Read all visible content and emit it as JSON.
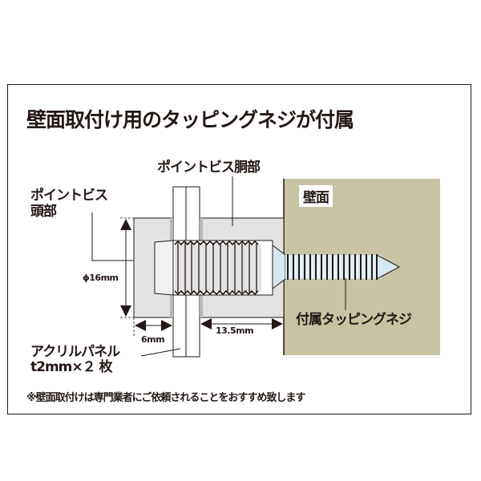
{
  "title": "壁面取付け用のタッピングネジが付属",
  "labels": {
    "point_screw_body": "ポイントビス胴部",
    "point_screw_head_line1": "ポイントビス",
    "point_screw_head_line2": "頭部",
    "wall": "壁面",
    "tapping_screw": "付属タッピングネジ",
    "acrylic_panel_line1": "アクリルパネル",
    "acrylic_panel_line2": "t2mm×２ 枚"
  },
  "dimensions": {
    "diameter": "ϕ16mm",
    "head_length": "6mm",
    "body_length": "13.5mm"
  },
  "note": "※壁面取付けは専門業者にご依頼されることをおすすめ致します",
  "colors": {
    "wall": "#c8c3a5",
    "screw_part": "#e3e3e3",
    "tip": "#d8e8f0",
    "line": "#231815"
  }
}
